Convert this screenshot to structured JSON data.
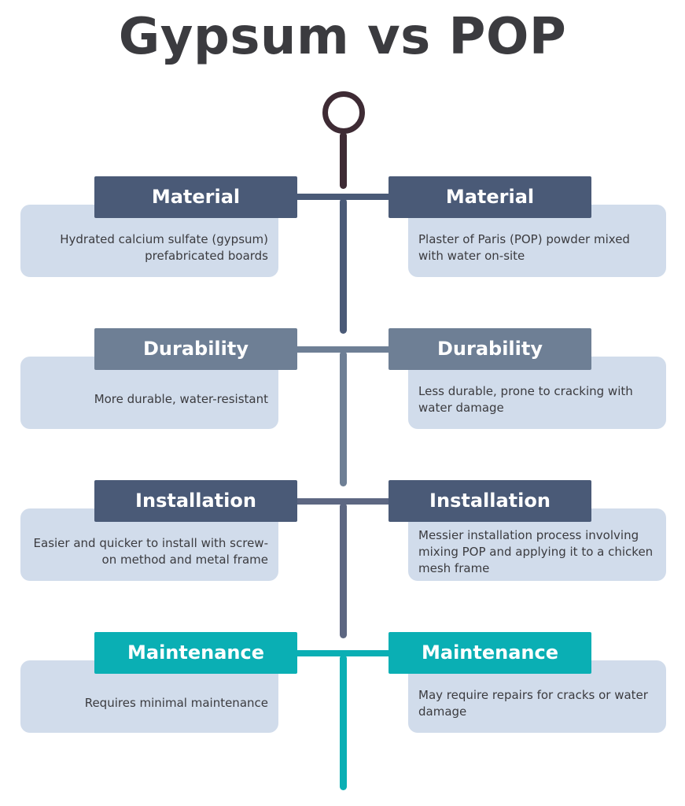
{
  "title": "Gypsum vs POP",
  "colors": {
    "spine_top": "#3e2b34",
    "material": "#4a5a77",
    "durability": "#6e7f95",
    "installation": "#4a5a77",
    "maintenance": "#0aafb4",
    "card_background": "#d1dceb",
    "title_text": "#3b3b3f"
  },
  "rows": [
    {
      "left": {
        "heading": "Material",
        "text": "Hydrated calcium sulfate (gypsum) prefabricated boards"
      },
      "right": {
        "heading": "Material",
        "text": "Plaster of Paris (POP) powder mixed with water on-site"
      }
    },
    {
      "left": {
        "heading": "Durability",
        "text": "More durable, water-resistant"
      },
      "right": {
        "heading": "Durability",
        "text": "Less durable, prone to cracking with water damage"
      }
    },
    {
      "left": {
        "heading": "Installation",
        "text": "Easier and quicker to install with screw-on method and metal frame"
      },
      "right": {
        "heading": "Installation",
        "text": "Messier installation process involving mixing POP and applying it to a chicken mesh frame"
      }
    },
    {
      "left": {
        "heading": "Maintenance",
        "text": "Requires minimal maintenance"
      },
      "right": {
        "heading": "Maintenance",
        "text": "May require repairs for cracks or water damage"
      }
    }
  ]
}
